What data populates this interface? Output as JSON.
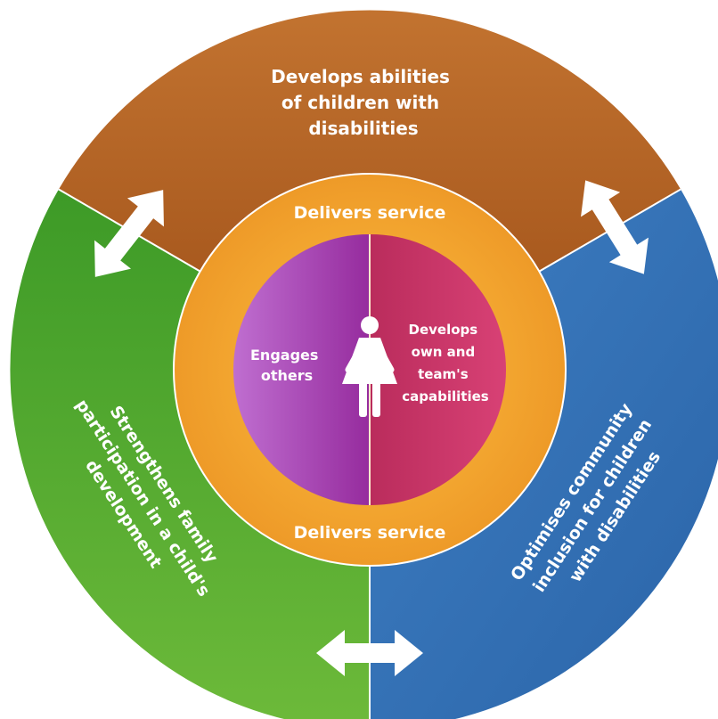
{
  "outer_ring": {
    "top": {
      "line1": "Develops abilities",
      "line2": "of children with",
      "line3": "disabilities"
    },
    "left": {
      "line1": "Strengthens family",
      "line2": "participation in a child's",
      "line3": "development"
    },
    "right": {
      "line1": "Optimises community",
      "line2": "inclusion for children",
      "line3": "with disabilities"
    }
  },
  "middle_ring": {
    "top_label": "Delivers service",
    "bottom_label": "Delivers service"
  },
  "core": {
    "left": {
      "line1": "Engages",
      "line2": "others"
    },
    "right": {
      "line1": "Develops",
      "line2": "own and",
      "line3": "team's",
      "line4": "capabilities"
    },
    "center_icon": "person-icon"
  },
  "colors": {
    "top_segment": "#B35F22",
    "left_segment": "#4A9E2C",
    "right_segment": "#2F6DAE",
    "ring": "#F2A32E",
    "core_left": "#A23FAE",
    "core_right": "#C93560",
    "arrows": "#FFFFFF"
  }
}
